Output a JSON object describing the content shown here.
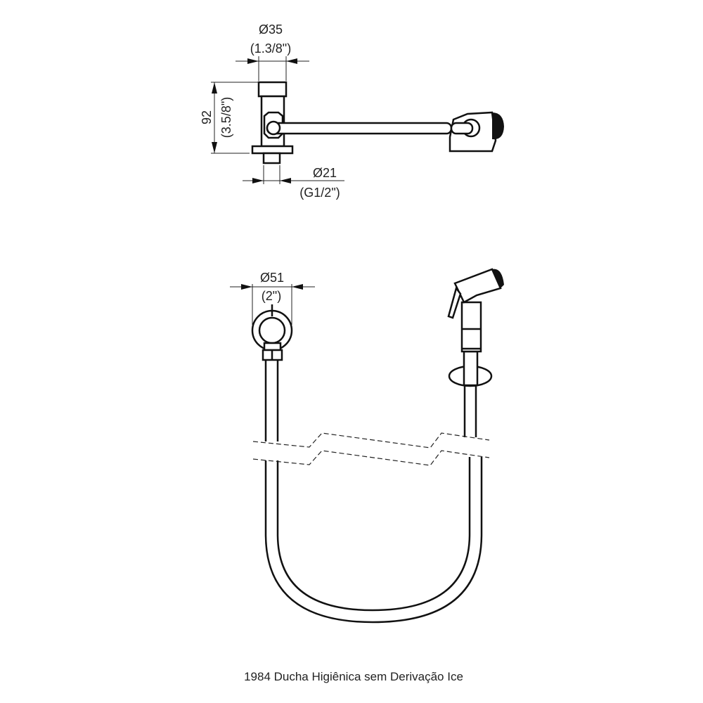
{
  "dimensions": {
    "top_width": {
      "metric": "Ø35",
      "imperial": "(1.3/8\")"
    },
    "height": {
      "metric": "92",
      "imperial": "(3.5/8\")"
    },
    "thread": {
      "metric": "Ø21",
      "imperial": "(G1/2\")"
    },
    "flange": {
      "metric": "Ø51",
      "imperial": "(2\")"
    }
  },
  "caption": "1984 Ducha Higiênica sem Derivação Ice"
}
